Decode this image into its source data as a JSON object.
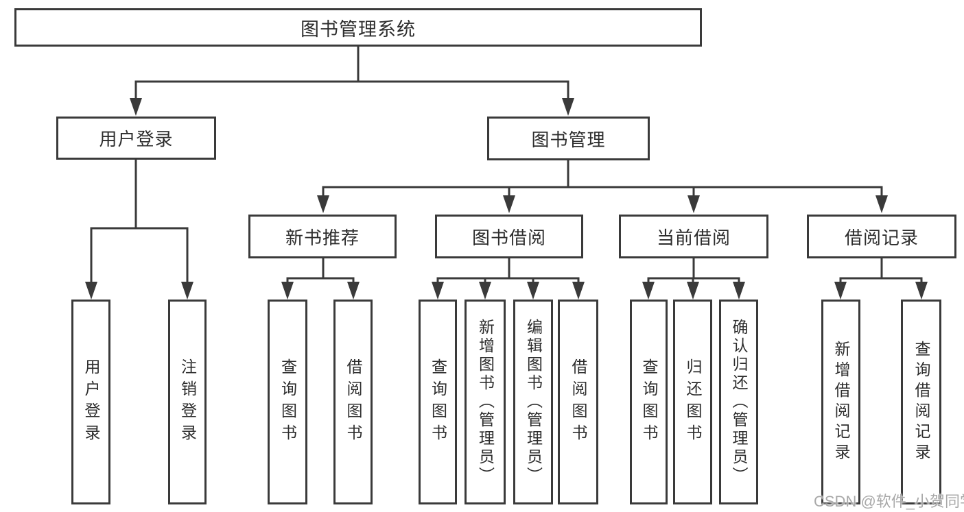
{
  "tree": {
    "title": "图书管理系统",
    "branches": [
      {
        "label": "用户登录",
        "children": [
          "用户登录",
          "注销登录"
        ]
      },
      {
        "label": "图书管理",
        "groups": [
          {
            "label": "新书推荐",
            "children": [
              "查询图书",
              "借阅图书"
            ]
          },
          {
            "label": "图书借阅",
            "children": [
              "查询图书",
              "新增图书（管理员）",
              "编辑图书（管理员）",
              "借阅图书"
            ]
          },
          {
            "label": "当前借阅",
            "children": [
              "查询图书",
              "归还图书",
              "确认归还（管理员）"
            ]
          },
          {
            "label": "借阅记录",
            "children": [
              "新增借阅记录",
              "查询借阅记录"
            ]
          }
        ]
      }
    ]
  },
  "watermark": {
    "text": "CSDN @软件_小贺同学"
  },
  "colors": {
    "line": "#3a3a3a",
    "text": "#2d2d2d",
    "watermark": "#a9a9a9",
    "background": "#ffffff"
  }
}
